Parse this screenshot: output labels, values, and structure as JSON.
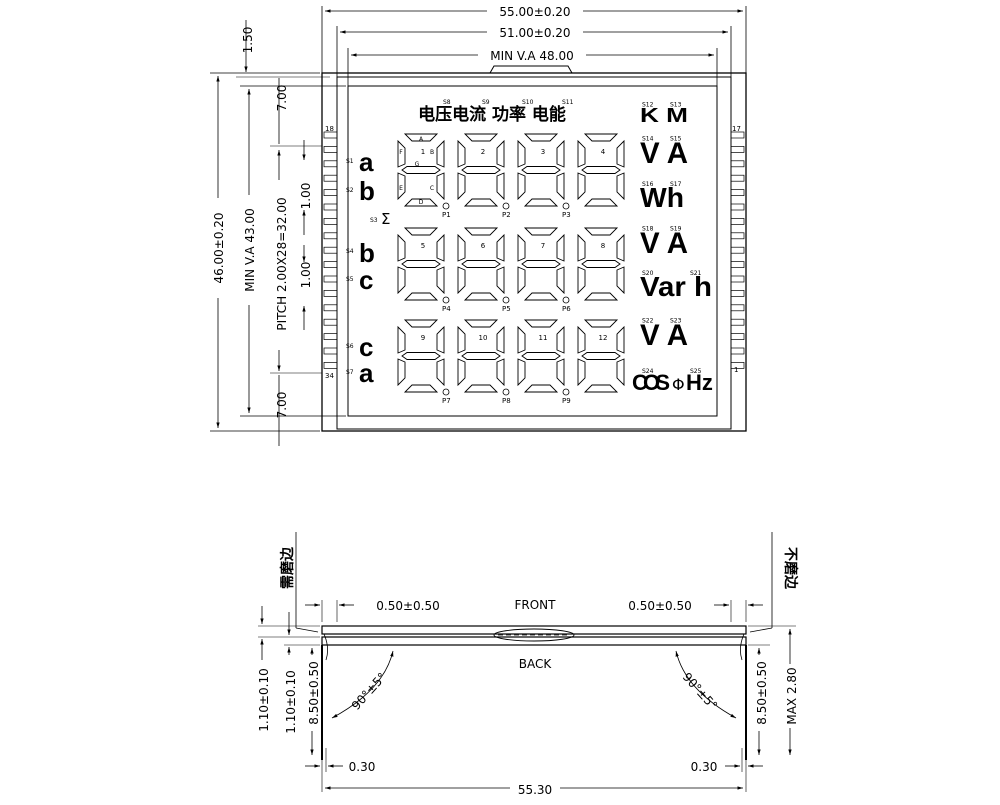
{
  "colors": {
    "line": "#000000",
    "background": "#ffffff"
  },
  "top": {
    "dim_outer": "55.00±0.20",
    "dim_mid": "51.00±0.20",
    "dim_va": "MIN V.A 48.00",
    "dim_lead": "1.50",
    "dim_height": "46.00±0.20",
    "dim_va_h": "MIN V.A 43.00",
    "dim_pitch": "PITCH 2.00X28=32.00",
    "dim_7_top": "7.00",
    "dim_7_bottom": "7.00",
    "dim_1a": "1.00",
    "dim_1b": "1.00",
    "pin_labels": [
      "18",
      "17",
      "34",
      "1"
    ]
  },
  "lcd": {
    "title": "电压电流 功率 电能",
    "s_title": [
      "S8",
      "S9",
      "S10",
      "S11"
    ],
    "phase_left": [
      {
        "s": "S1",
        "ch": "a"
      },
      {
        "s": "S2",
        "ch": "b"
      },
      {
        "s": "S4",
        "ch": "b"
      },
      {
        "s": "S5",
        "ch": "c"
      },
      {
        "s": "S6",
        "ch": "c"
      },
      {
        "s": "S7",
        "ch": "a"
      }
    ],
    "sigma": "Σ",
    "sigma_s": "S3",
    "digits": [
      "1",
      "2",
      "3",
      "4",
      "5",
      "6",
      "7",
      "8",
      "9",
      "10",
      "11",
      "12"
    ],
    "seg_letters": [
      "A",
      "B",
      "C",
      "D",
      "E",
      "F",
      "G"
    ],
    "points": [
      "P1",
      "P2",
      "P3",
      "P4",
      "P5",
      "P6",
      "P7",
      "P8",
      "P9"
    ],
    "units": [
      {
        "s1": "S12",
        "s2": "S13",
        "text": "K M"
      },
      {
        "s1": "S14",
        "s2": "S15",
        "text": "V A"
      },
      {
        "s1": "S16",
        "s2": "S17",
        "text": "Wh"
      },
      {
        "s1": "S18",
        "s2": "S19",
        "text": "V A"
      },
      {
        "s1": "S20",
        "s2": "S21",
        "text": "Var h"
      },
      {
        "s1": "S22",
        "s2": "S23",
        "text": "V A"
      },
      {
        "s1": "S24",
        "s2": "S25",
        "text": "COS",
        "phi": "Φ",
        "hz": "Hz"
      }
    ]
  },
  "bottom": {
    "label_left": "需磨边",
    "label_right": "不磨边",
    "front": "FRONT",
    "back": "BACK",
    "dim_left_gap": "0.50±0.50",
    "dim_right_gap": "0.50±0.50",
    "angle_left": "90°±5°",
    "angle_right": "90°±5°",
    "dim_glass_a": "1.10±0.10",
    "dim_glass_b": "1.10±0.10",
    "dim_pin_left": "8.50±0.50",
    "dim_pin_right": "8.50±0.50",
    "dim_max": "MAX 2.80",
    "dim_pin_w_left": "0.30",
    "dim_pin_w_right": "0.30",
    "dim_total": "55.30"
  }
}
